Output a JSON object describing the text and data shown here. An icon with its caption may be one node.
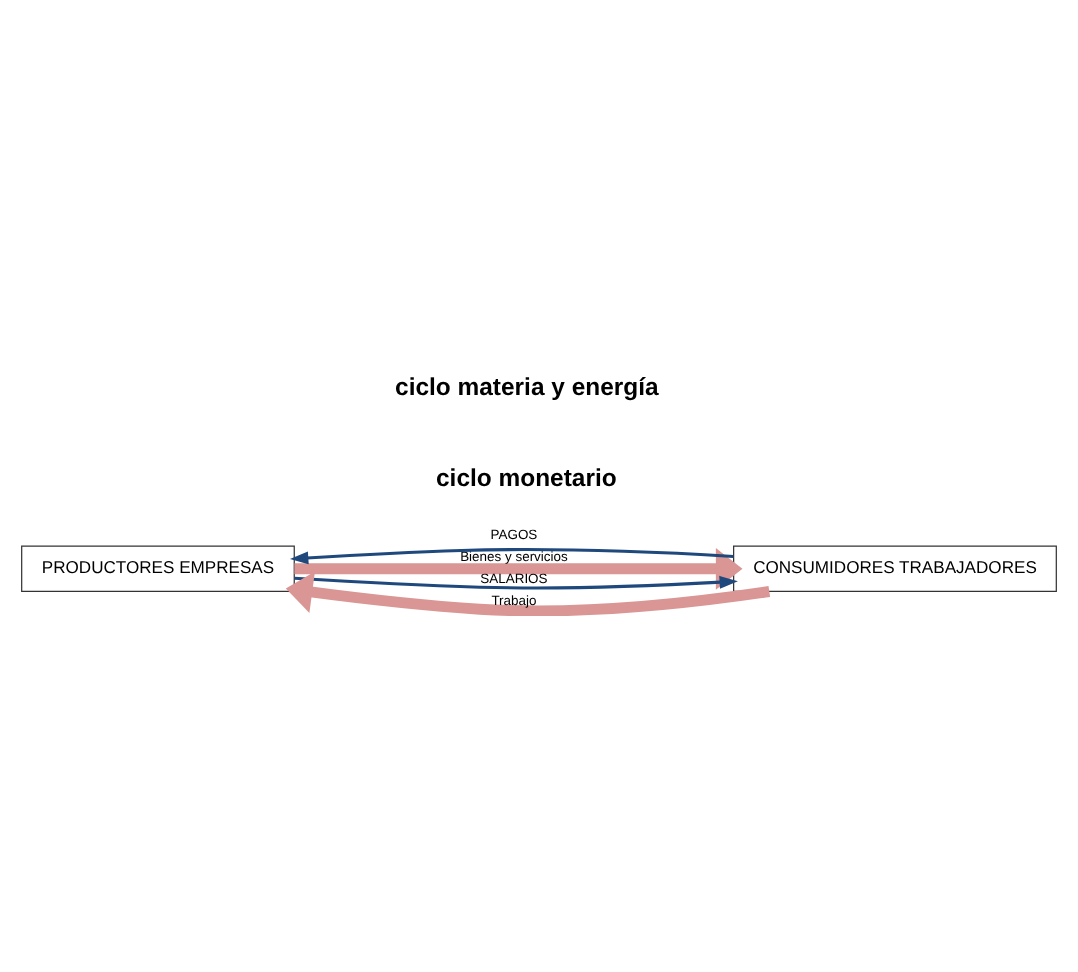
{
  "diagram": {
    "nodes": [
      {
        "text": [
          "PRODUCTORES EMPRESAS"
        ]
      },
      {
        "text": [
          "CONSUMIDORES TRABAJADORES"
        ]
      }
    ],
    "edges": [
      {
        "from": 0,
        "to": 1,
        "arrow": "to",
        "label": "Bienes y servicios",
        "style": "thick",
        "color": "#d99694"
      },
      {
        "from": 1,
        "to": 0,
        "arrow": "to",
        "label": "PAGOS",
        "color": "#1f497d"
      },
      {
        "from": 0,
        "to": 1,
        "arrow": "to",
        "label": "SALARIOS",
        "color": "#1f497d"
      },
      {
        "from": 1,
        "to": 0,
        "arrow": "to",
        "label": "Trabajo",
        "style": "thick",
        "color": "#d99694"
      }
    ],
    "labels": [
      "ciclo materia y energía",
      "ciclo monetario"
    ]
  }
}
